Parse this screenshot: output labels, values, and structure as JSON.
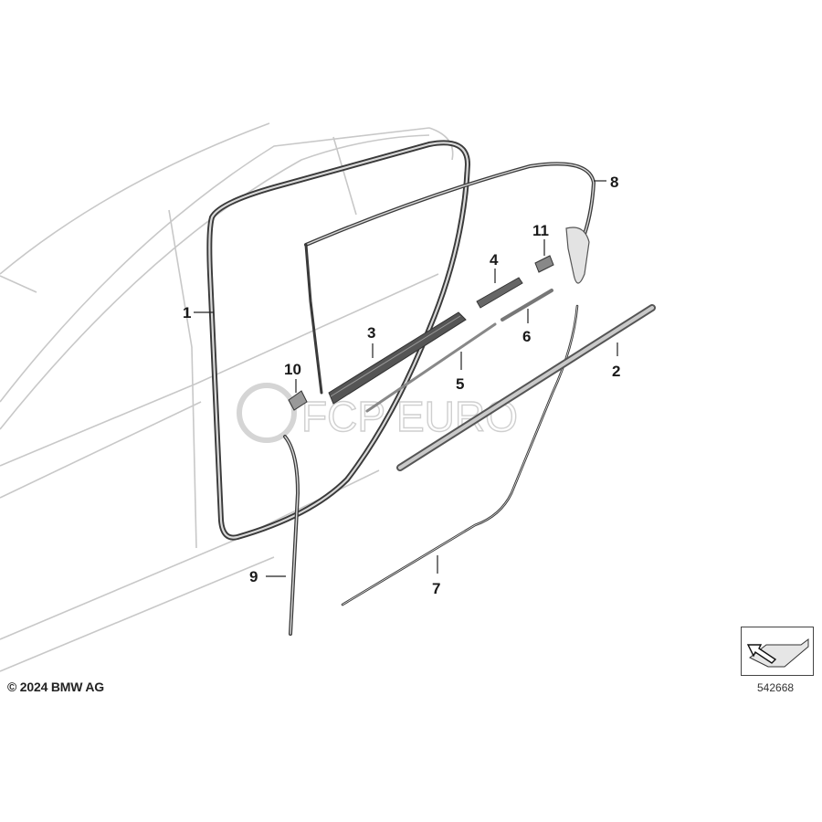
{
  "parts": [
    {
      "id": "1",
      "label": "1"
    },
    {
      "id": "2",
      "label": "2"
    },
    {
      "id": "3",
      "label": "3"
    },
    {
      "id": "4",
      "label": "4"
    },
    {
      "id": "5",
      "label": "5"
    },
    {
      "id": "6",
      "label": "6"
    },
    {
      "id": "7",
      "label": "7"
    },
    {
      "id": "8",
      "label": "8"
    },
    {
      "id": "9",
      "label": "9"
    },
    {
      "id": "10",
      "label": "10"
    },
    {
      "id": "11",
      "label": "11"
    }
  ],
  "watermark": "FCP EURO",
  "copyright": "© 2024 BMW AG",
  "reference_number": "542668",
  "icons": [
    "view-direction-arrow-icon"
  ],
  "colors": {
    "line": "#c8c8c8",
    "part": "#3a3a3a",
    "text": "#1a1a1a"
  }
}
